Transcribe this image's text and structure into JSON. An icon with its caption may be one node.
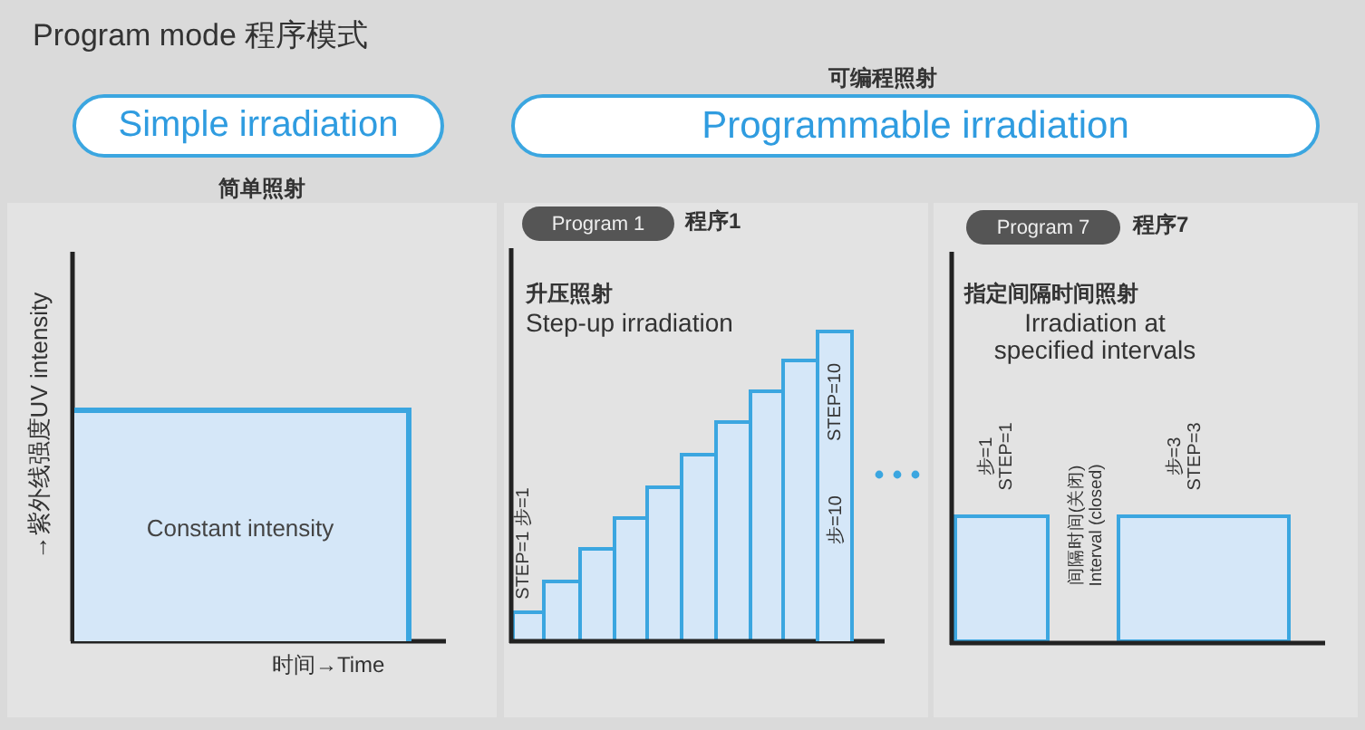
{
  "diagram": {
    "title": "Program mode 程序模式",
    "nodes": [
      {
        "text": [
          "Simple irradiation"
        ],
        "beside": [
          "简单照射"
        ]
      },
      {
        "text": [
          "Programmable irradiation"
        ],
        "beside": [
          "可编程照射"
        ]
      },
      {
        "text": [
          "Program 1"
        ],
        "beside": [
          "程序1"
        ]
      },
      {
        "text": [
          "Program 7"
        ],
        "beside": [
          "程序7"
        ]
      },
      {
        "text": [
          "Constant intensity"
        ]
      },
      {
        "text": [
          "STEP=10",
          "步=10"
        ]
      }
    ],
    "labels": [
      "→紫外线强度UV intensity",
      "升压照射",
      "Step-up irradiation",
      "指定间隔时间照射",
      "Irradiation at specified intervals",
      "STEP=1 步=1",
      "步=1 STEP=1",
      "间隔时间(关闭) Interval (closed)",
      "步=3 STEP=3",
      "时间→Time"
    ]
  }
}
